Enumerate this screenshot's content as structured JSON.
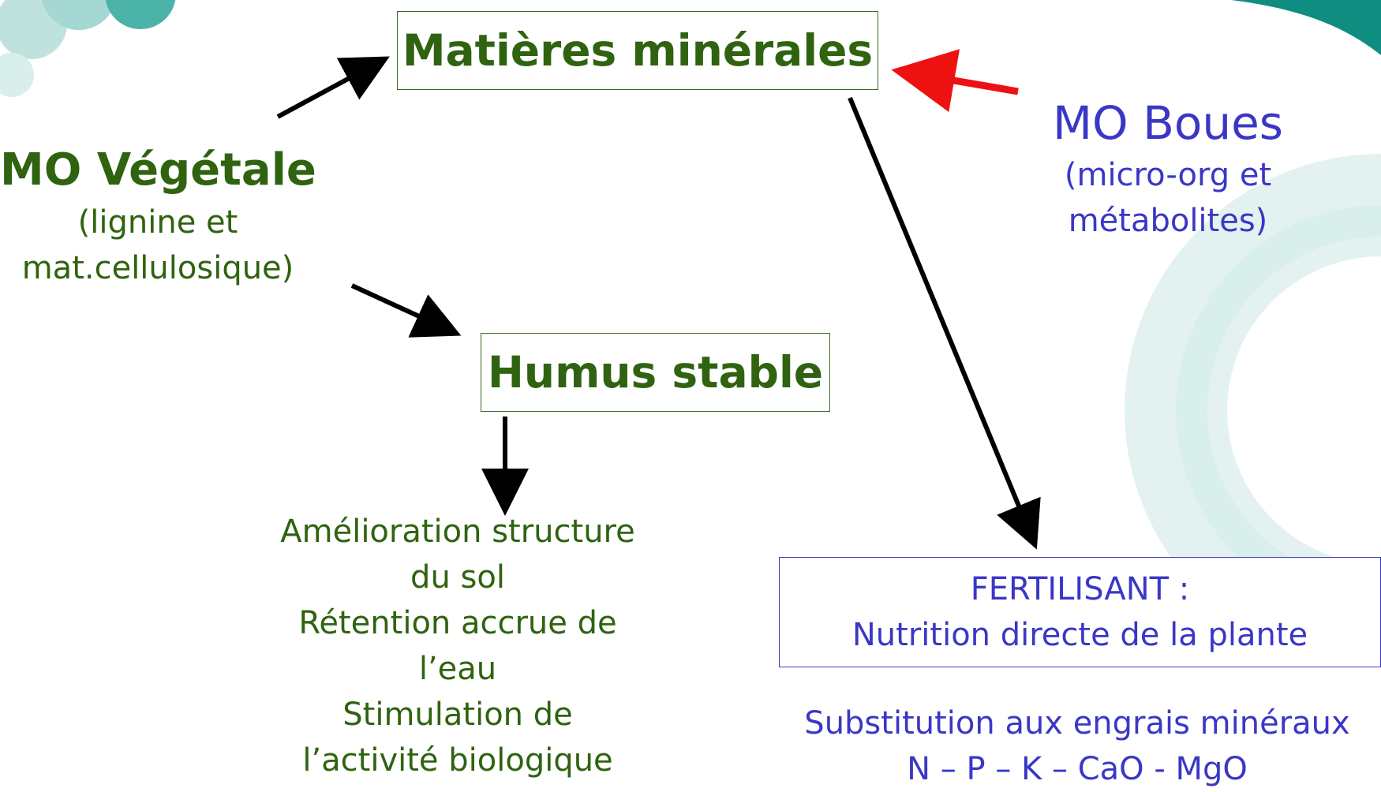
{
  "colors": {
    "green_text": "#2f6310",
    "blue_text": "#3a37c6",
    "red_arrow": "#ee1111",
    "black_arrow": "#000000"
  },
  "nodes": {
    "matieres_minerales": "Matières minérales",
    "mo_vegetale_title": "MO Végétale",
    "mo_vegetale_sub": [
      "(lignine et",
      "mat.cellulosique)"
    ],
    "mo_boues_title": "MO Boues",
    "mo_boues_sub": [
      "(micro-org et",
      "métabolites)"
    ],
    "humus_stable": "Humus stable",
    "humus_effects": [
      "Amélioration structure",
      "du sol",
      "Rétention accrue de",
      "l’eau",
      "Stimulation de",
      "l’activité biologique"
    ],
    "fertilisant_lines": [
      "FERTILISANT :",
      "Nutrition directe de la plante"
    ],
    "substitution_lines": [
      "Substitution aux engrais minéraux",
      "N – P – K – CaO - MgO"
    ]
  }
}
